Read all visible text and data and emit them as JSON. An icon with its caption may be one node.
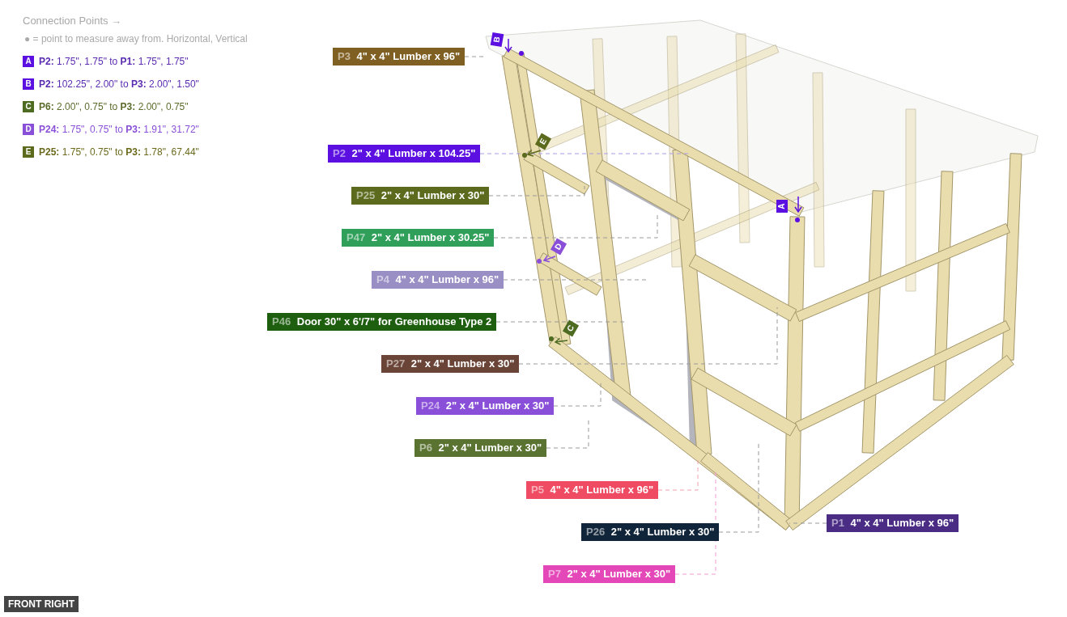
{
  "diagram": {
    "nodes": [
      {
        "text": [
          "P3",
          "4\" x 4\" Lumber x 96\""
        ]
      },
      {
        "text": [
          "P2",
          "2\" x 4\" Lumber x 104.25\""
        ]
      },
      {
        "text": [
          "P25",
          "2\" x 4\" Lumber x 30\""
        ]
      },
      {
        "text": [
          "P47",
          "2\" x 4\" Lumber x 30.25\""
        ]
      },
      {
        "text": [
          "P4",
          "4\" x 4\" Lumber x 96\""
        ]
      },
      {
        "text": [
          "P46",
          "Door 30\" x 6'/7\" for Greenhouse Type 2"
        ]
      },
      {
        "text": [
          "P27",
          "2\" x 4\" Lumber x 30\""
        ]
      },
      {
        "text": [
          "P24",
          "2\" x 4\" Lumber x 30\""
        ]
      },
      {
        "text": [
          "P6",
          "2\" x 4\" Lumber x 30\""
        ]
      },
      {
        "text": [
          "P5",
          "4\" x 4\" Lumber x 96\""
        ]
      },
      {
        "text": [
          "P26",
          "2\" x 4\" Lumber x 30\""
        ]
      },
      {
        "text": [
          "P1",
          "4\" x 4\" Lumber x 96\""
        ]
      },
      {
        "text": [
          "P7",
          "2\" x 4\" Lumber x 30\""
        ]
      }
    ],
    "edges": [
      {
        "from": 0,
        "to": null,
        "arrow": "none",
        "style": "dashed"
      },
      {
        "from": 1,
        "to": null,
        "arrow": "none",
        "style": "dashed",
        "color": "#a99be6"
      },
      {
        "from": 2,
        "to": null,
        "arrow": "none",
        "style": "dashed"
      },
      {
        "from": 3,
        "to": null,
        "arrow": "none",
        "style": "dashed"
      },
      {
        "from": 4,
        "to": null,
        "arrow": "none",
        "style": "dashed"
      },
      {
        "from": 5,
        "to": null,
        "arrow": "none",
        "style": "dashed"
      },
      {
        "from": 6,
        "to": null,
        "arrow": "none",
        "style": "dashed"
      },
      {
        "from": 7,
        "to": null,
        "arrow": "none",
        "style": "dashed"
      },
      {
        "from": 8,
        "to": null,
        "arrow": "none",
        "style": "dashed"
      },
      {
        "from": 9,
        "to": null,
        "arrow": "none",
        "style": "dashed",
        "color": "#f0a0ae"
      },
      {
        "from": 10,
        "to": null,
        "arrow": "none",
        "style": "dashed"
      },
      {
        "from": 11,
        "to": null,
        "arrow": "none",
        "style": "dashed"
      },
      {
        "from": 12,
        "to": null,
        "arrow": "none",
        "style": "dashed",
        "color": "#ee9ad4"
      }
    ],
    "labels": [
      "Connection Points →",
      "● = point to measure away from. Horizontal, Vertical",
      "A",
      "**P2:** 1.75\", 1.75\" to **P1:** 1.75\", 1.75\"",
      "B",
      "**P2:** 102.25\", 2.00\" to **P3:** 2.00\", 1.50\"",
      "C",
      "**P6:** 2.00\", 0.75\" to **P3:** 2.00\", 0.75\"",
      "D",
      "**P24:** 1.75\", 0.75\" to **P3:** 1.91\", 31.72\"",
      "E",
      "**P25:** 1.75\", 0.75\" to **P3:** 1.78\", 67.44\"",
      "B",
      "E",
      "A",
      "D",
      "C",
      "FRONT RIGHT"
    ]
  }
}
